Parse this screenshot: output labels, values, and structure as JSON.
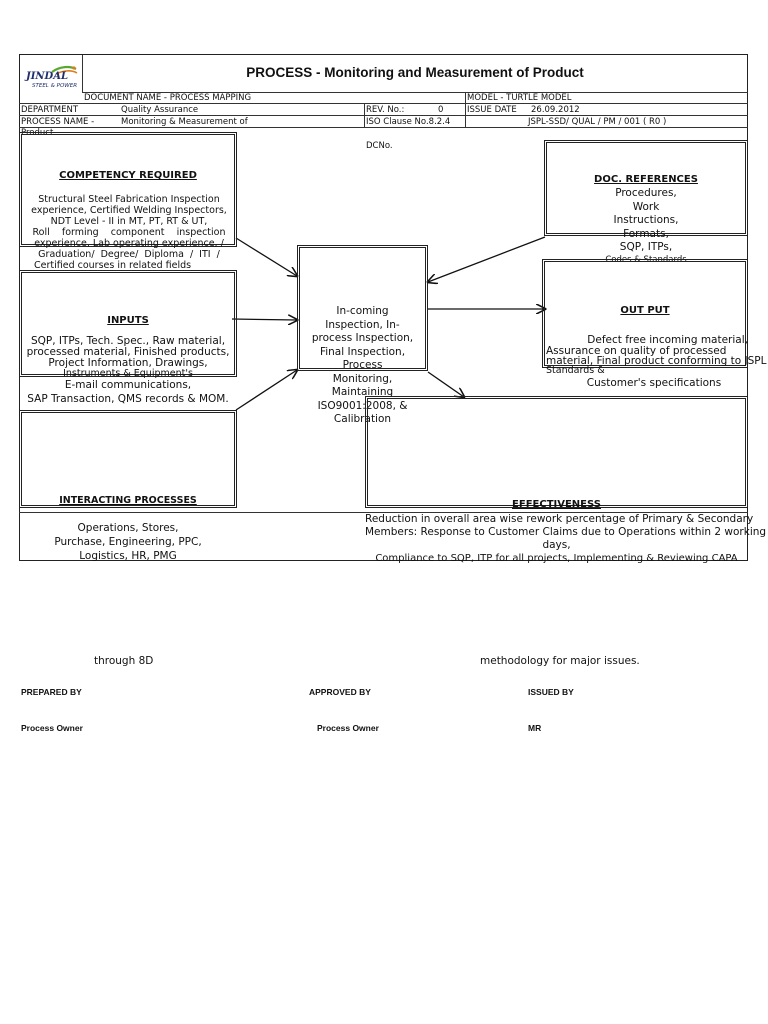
{
  "header": {
    "logo_brand": "JINDAL",
    "logo_sub": "STEEL & POWER",
    "title": "PROCESS - Monitoring and Measurement of Product",
    "doc_name": "DOCUMENT  NAME - PROCESS MAPPING",
    "model": "MODEL - TURTLE MODEL",
    "department_label": "DEPARTMENT",
    "department_value": "Quality Assurance",
    "rev_label": "REV. No.:",
    "rev_value": "0",
    "issue_date_label": "ISSUE DATE",
    "issue_date_value": "26.09.2012",
    "process_name_label": "PROCESS NAME -",
    "process_name_value": "Monitoring & Measurement of",
    "process_name_overflow": "Product",
    "iso_clause": "ISO Clause No.8.2.4",
    "doc_code": "JSPL-SSD/ QUAL / PM / 001 ( R0 )",
    "dcno": "DCNo."
  },
  "competency": {
    "title": "COMPETENCY REQUIRED",
    "lines": [
      "Structural Steel Fabrication Inspection",
      "experience, Certified Welding Inspectors,",
      "NDT Level - II in MT, PT, RT & UT,",
      "Roll    forming    component    inspection",
      "experience, Lab operating experience, /",
      "Graduation/  Degree/  Diploma  /  ITI  /",
      "Certified courses in related fields"
    ]
  },
  "doc_references": {
    "title": "DOC. REFERENCES",
    "lines": [
      "Procedures,",
      "Work",
      "Instructions,",
      "Formats,",
      "SQP, ITPs,",
      "Codes & Standards"
    ]
  },
  "inputs": {
    "title": "INPUTS",
    "lines": [
      "SQP, ITPs, Tech. Spec., Raw material,",
      "processed material, Finished products,",
      "Project Information, Drawings,",
      "Instruments & Equipment's",
      "E-mail communications,",
      "SAP Transaction, QMS records & MOM."
    ]
  },
  "center": {
    "lines": [
      "In-coming",
      "Inspection, In-",
      "process Inspection,",
      "Final Inspection,",
      "Process",
      "Monitoring,",
      "Maintaining",
      "ISO9001:2008, &",
      "Calibration"
    ]
  },
  "output": {
    "title": "OUT PUT",
    "lines": [
      "Defect free incoming material,",
      "Assurance on quality of processed",
      "material, Final product conforming to JSPL",
      "Standards &",
      "Customer's specifications"
    ]
  },
  "interacting": {
    "title": "INTERACTING PROCESSES",
    "lines": [
      "Operations, Stores,",
      "Purchase, Engineering, PPC,",
      "Logistics, HR, PMG"
    ]
  },
  "effectiveness": {
    "title": "EFFECTIVENESS",
    "lines": [
      "Reduction in overall area wise rework percentage of Primary  & Secondary",
      "Members: Response to Customer Claims due to Operations within  2 working",
      "days,",
      "Compliance to SQP, ITP for all projects, Implementing & Reviewing CAPA"
    ],
    "continuation_left": "through 8D",
    "continuation_right": "methodology for major issues."
  },
  "signatures": {
    "prepared_by": "PREPARED BY",
    "approved_by": "APPROVED BY",
    "issued_by": "ISSUED BY",
    "prepared_role": "Process Owner",
    "approved_role": "Process Owner",
    "issued_role": "MR"
  },
  "colors": {
    "logo_green": "#5aa832",
    "logo_orange": "#e07b1f",
    "logo_navy": "#1f2f6b"
  }
}
